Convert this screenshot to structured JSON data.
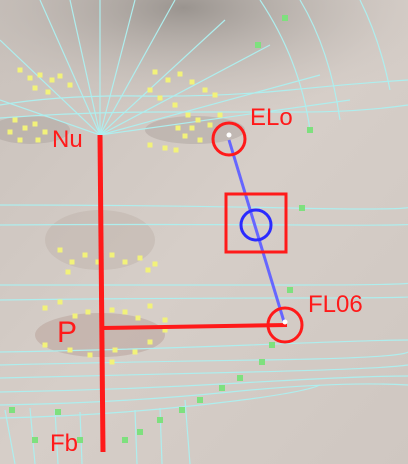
{
  "colors": {
    "measure_red": "#ff1a1a",
    "guide_blue": "#6666ff",
    "grid_cyan": "#aeeeee",
    "landmark_yellow": "#f2f27a",
    "landmark_green": "#7ee07e"
  },
  "landmarks": {
    "nu": "Nu",
    "elo": "ELo",
    "p": "P",
    "fl06": "FL06",
    "fb": "Fb"
  }
}
